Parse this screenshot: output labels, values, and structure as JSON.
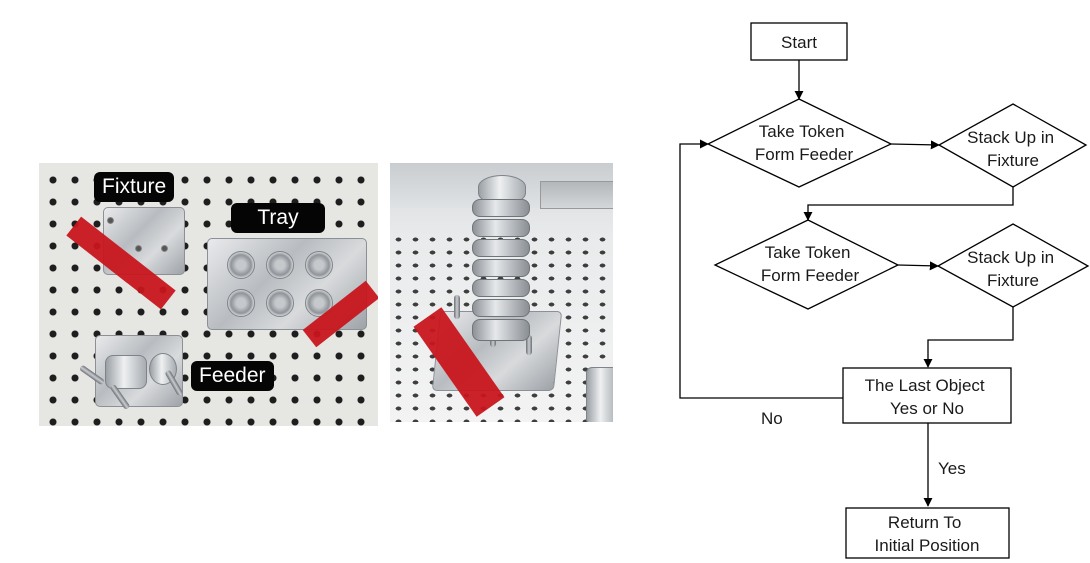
{
  "photos": {
    "left_labels": {
      "fixture": "Fixture",
      "tray": "Tray",
      "feeder": "Feeder"
    }
  },
  "flowchart": {
    "start": "Start",
    "step1": [
      "Take Token",
      "Form Feeder"
    ],
    "step2": [
      "Stack Up in",
      "Fixture"
    ],
    "step3": [
      "Take Token",
      "Form Feeder"
    ],
    "step4": [
      "Stack Up in",
      "Fixture"
    ],
    "decision": [
      "The Last Object",
      "Yes or No"
    ],
    "end": [
      "Return To",
      "Initial Position"
    ],
    "label_no": "No",
    "label_yes": "Yes"
  }
}
